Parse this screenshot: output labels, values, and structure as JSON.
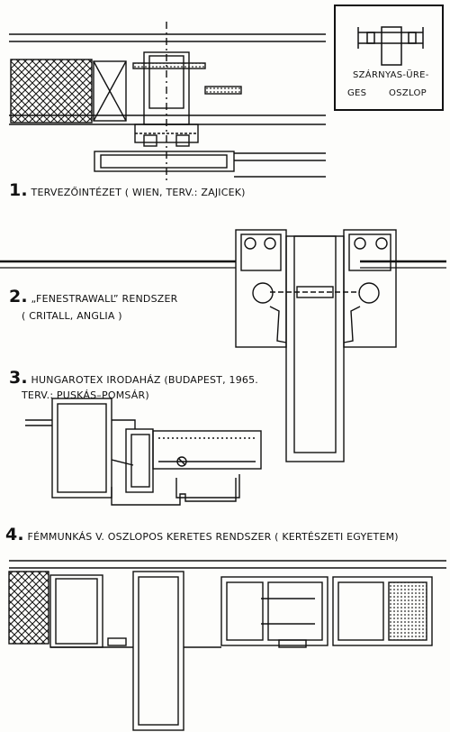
{
  "inset": {
    "line1": "SZÁRNYAS-ÜRE-",
    "line2": "GES",
    "line3": "OSZLOP"
  },
  "captions": [
    {
      "number": "1.",
      "text": "TERVEZŐINTÉZET ( WIEN, TERV.: ZAJICEK)",
      "text2": ""
    },
    {
      "number": "2.",
      "text": "„FENESTRAWALL” RENDSZER",
      "text2": "( CRITALL, ANGLIA )"
    },
    {
      "number": "3.",
      "text": "HUNGAROTEX IRODAHÁZ (BUDAPEST, 1965.",
      "text2": "TERV.: PUSKÁS–POMSÁR)"
    },
    {
      "number": "4.",
      "text": "FÉMMUNKÁS V. OSZLOPOS KERETES RENDSZER ( KERTÉSZETI EGYETEM)",
      "text2": ""
    }
  ]
}
